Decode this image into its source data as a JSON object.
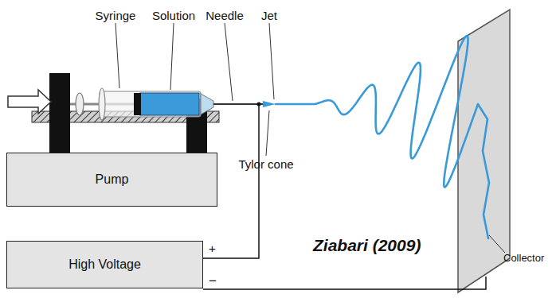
{
  "diagram": {
    "nodes": [
      {
        "text": [
          "Pump"
        ]
      },
      {
        "text": [
          "High Voltage"
        ]
      }
    ],
    "labels": [
      "Syringe",
      "Solution",
      "Needle",
      "Jet",
      "Tylor cone",
      "+",
      "−",
      "Ziabari (2009)",
      "Collector"
    ]
  }
}
